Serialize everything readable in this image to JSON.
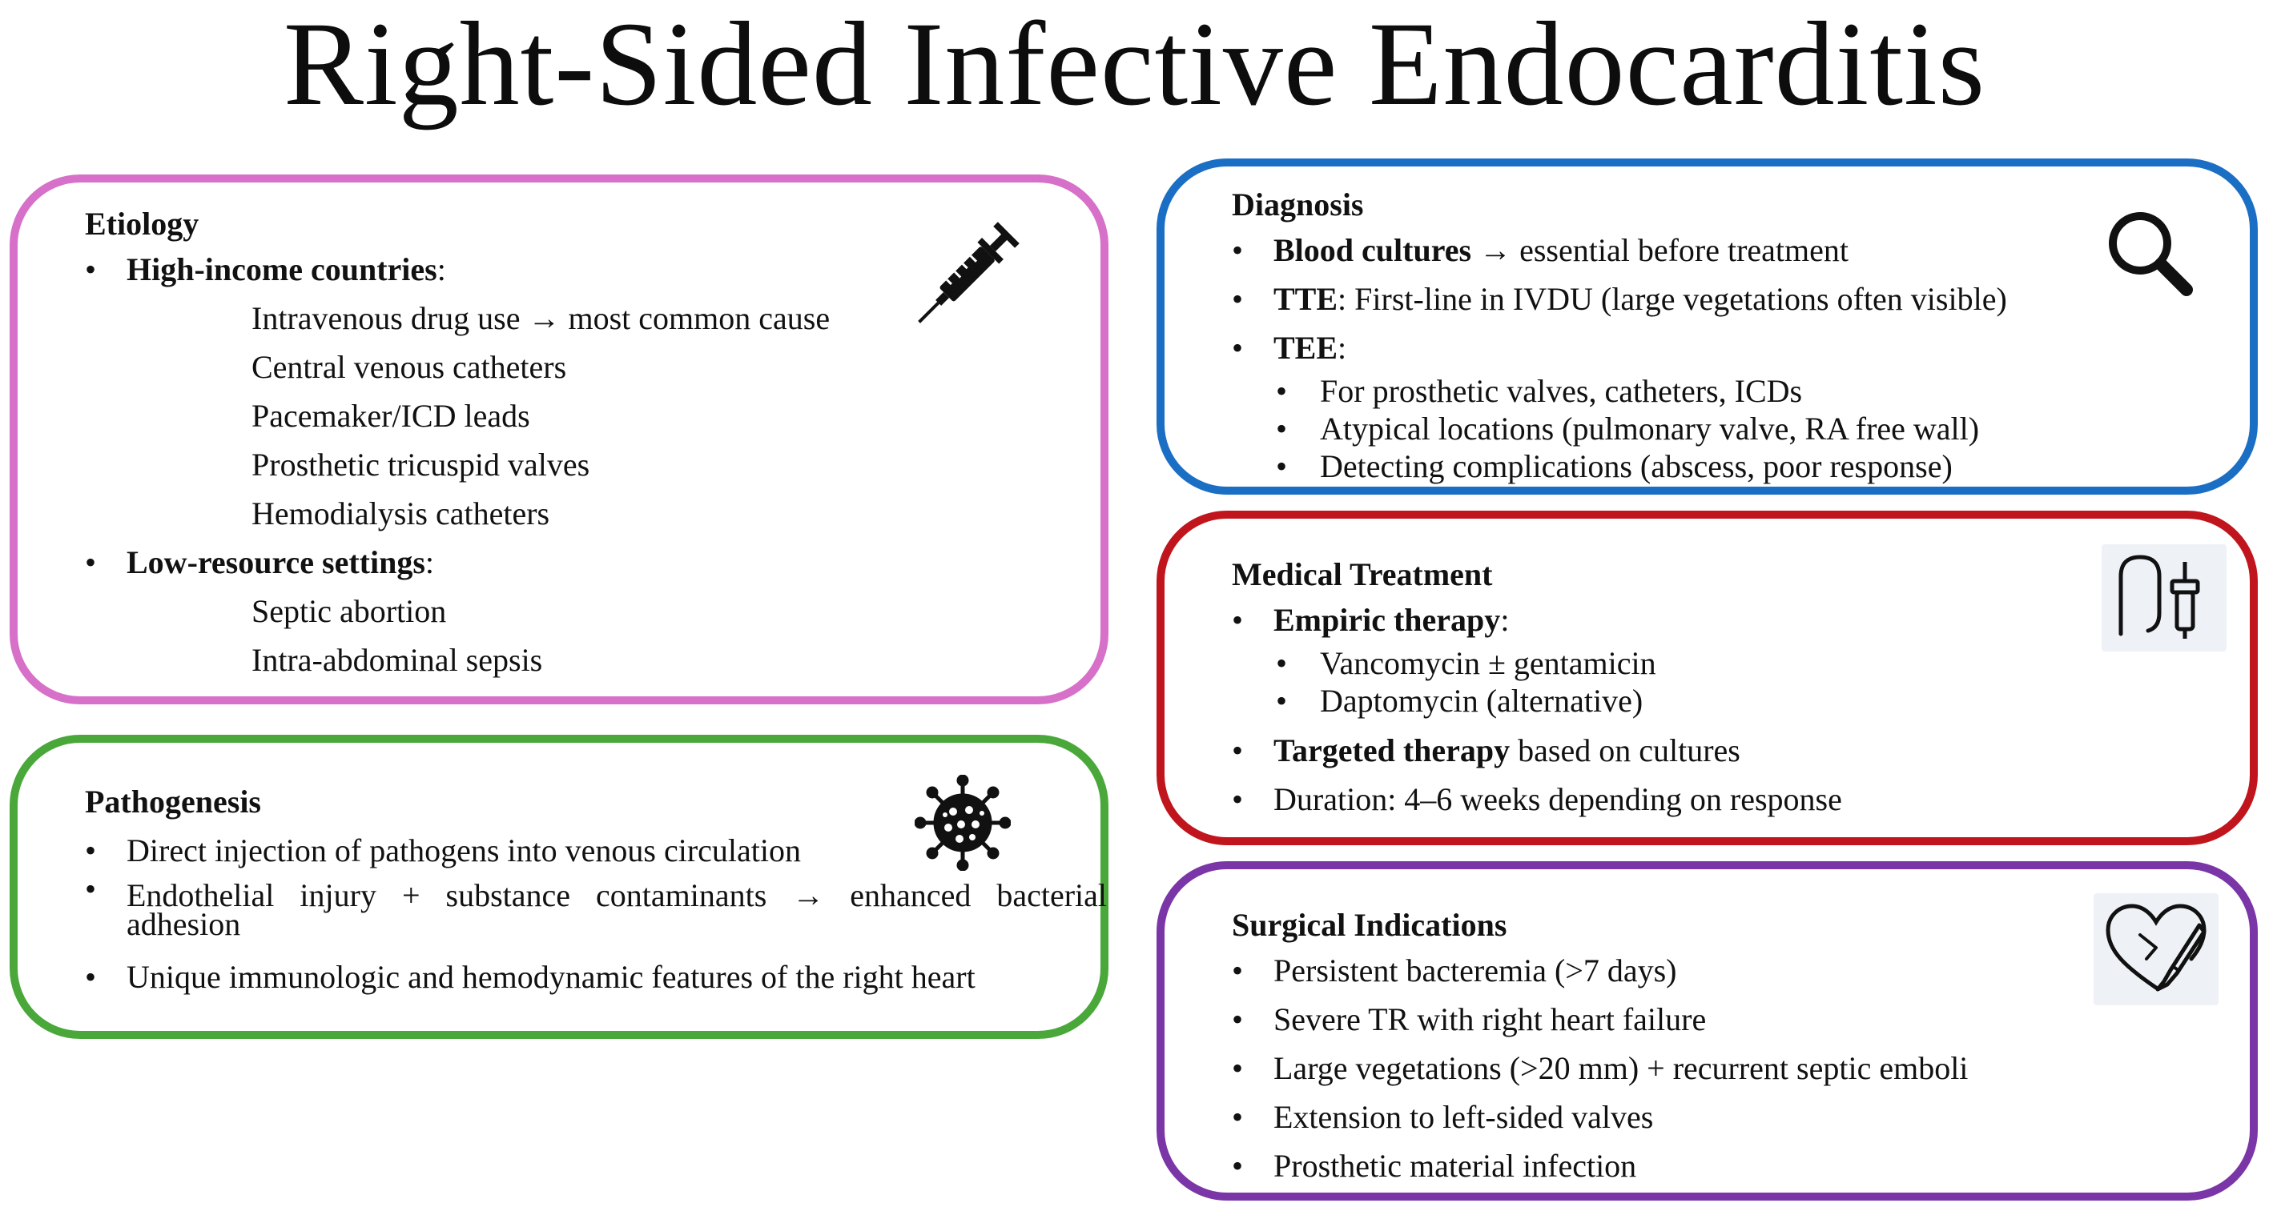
{
  "title": "Right-Sided Infective Endocarditis",
  "colors": {
    "etiology": "#d670c8",
    "pathogenesis": "#4aa83a",
    "diagnosis": "#1a6fc4",
    "medical": "#c1151e",
    "surgical": "#7a35a6",
    "icon_bg": "#eef1f6"
  },
  "etiology": {
    "heading": "Etiology",
    "icon": "syringe-icon",
    "groups": [
      {
        "label": "High-income countries",
        "suffix": ":",
        "items": [
          "Intravenous drug use → most common cause",
          "Central venous catheters",
          "Pacemaker/ICD leads",
          "Prosthetic tricuspid valves",
          "Hemodialysis catheters"
        ]
      },
      {
        "label": "Low-resource settings",
        "suffix": ":",
        "items": [
          "Septic abortion",
          "Intra-abdominal sepsis"
        ]
      }
    ]
  },
  "pathogenesis": {
    "heading": "Pathogenesis",
    "icon": "virus-icon",
    "items": [
      "Direct injection of pathogens into venous circulation",
      {
        "line1": "Endothelial injury + substance contaminants → enhanced bacterial",
        "line2": "adhesion"
      },
      "Unique immunologic and hemodynamic features of the right heart"
    ]
  },
  "diagnosis": {
    "heading": "Diagnosis",
    "icon": "magnifier-icon",
    "items": [
      {
        "bold": "Blood cultures",
        "rest": " → essential before treatment"
      },
      {
        "bold": "TTE",
        "rest": ": First-line in IVDU (large vegetations often visible)"
      },
      {
        "bold": "TEE",
        "rest": ":"
      }
    ],
    "tee_items": [
      "For prosthetic valves, catheters, ICDs",
      "Atypical locations (pulmonary valve, RA free wall)",
      "Detecting complications (abscess, poor response)"
    ]
  },
  "medical": {
    "heading": "Medical Treatment",
    "icon": "iv-line-icon",
    "empiric": {
      "bold": "Empiric therapy",
      "rest": ":"
    },
    "empiric_items": [
      "Vancomycin ± gentamicin",
      "Daptomycin (alternative)"
    ],
    "targeted": {
      "bold": "Targeted therapy",
      "rest": " based on cultures"
    },
    "duration": "Duration: 4–6 weeks depending on response"
  },
  "surgical": {
    "heading": "Surgical Indications",
    "icon": "heart-scalpel-icon",
    "items": [
      "Persistent bacteremia (>7 days)",
      "Severe TR with right heart failure",
      "Large vegetations (>20 mm) + recurrent septic emboli",
      "Extension to left-sided valves",
      "Prosthetic material infection"
    ]
  }
}
